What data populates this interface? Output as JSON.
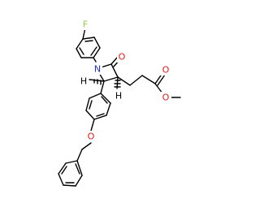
{
  "molecule": {
    "atoms": {
      "fluorine": {
        "symbol": "F",
        "color": "#8fcf4a"
      },
      "nitrogen": {
        "symbol": "N",
        "color": "#1f2fd8"
      },
      "ketone_oxygen": {
        "symbol": "O",
        "color": "#e01b1b"
      },
      "ester_oxygen_carbonyl": {
        "symbol": "O",
        "color": "#e01b1b"
      },
      "ester_oxygen_bridge": {
        "symbol": "O",
        "color": "#e01b1b"
      },
      "ether_oxygen": {
        "symbol": "O",
        "color": "#e01b1b"
      }
    },
    "stereo_labels": {
      "c4_hydrogen": "H",
      "c3_hydrogen": "H"
    },
    "bond_color": "#000000"
  }
}
